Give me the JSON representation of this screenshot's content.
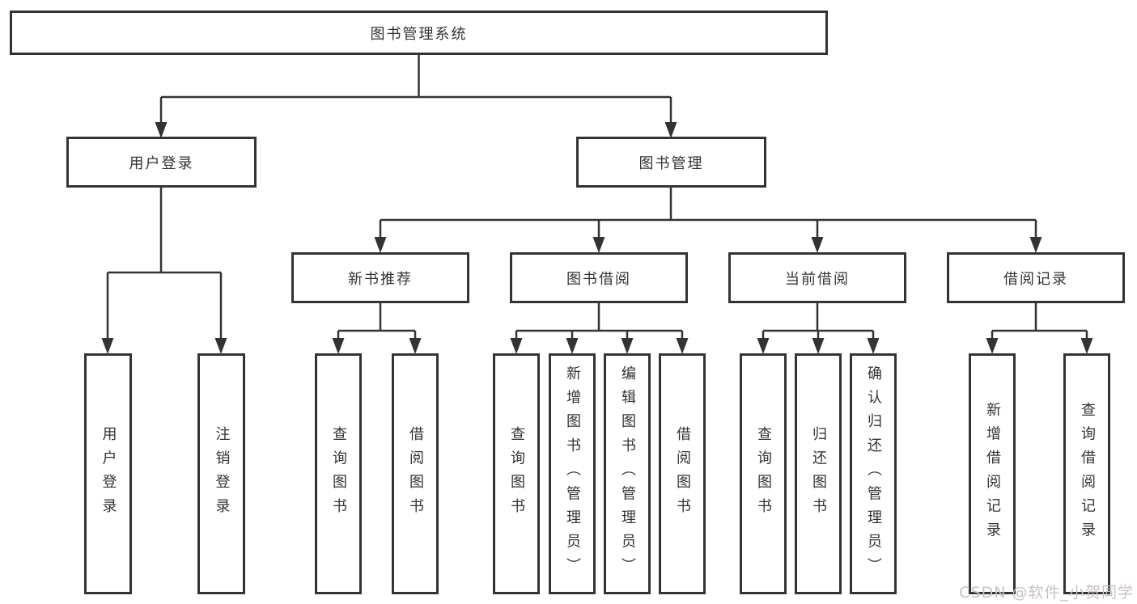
{
  "tree": {
    "label": "图书管理系统",
    "children": [
      {
        "label": "用户登录",
        "children": [
          {
            "label": "用户登录"
          },
          {
            "label": "注销登录"
          }
        ]
      },
      {
        "label": "图书管理",
        "children": [
          {
            "label": "新书推荐",
            "children": [
              {
                "label": "查询图书"
              },
              {
                "label": "借阅图书"
              }
            ]
          },
          {
            "label": "图书借阅",
            "children": [
              {
                "label": "查询图书"
              },
              {
                "label": "新增图书（管理员）"
              },
              {
                "label": "编辑图书（管理员）"
              },
              {
                "label": "借阅图书"
              }
            ]
          },
          {
            "label": "当前借阅",
            "children": [
              {
                "label": "查询图书"
              },
              {
                "label": "归还图书"
              },
              {
                "label": "确认归还（管理员）"
              }
            ]
          },
          {
            "label": "借阅记录",
            "children": [
              {
                "label": "新增借阅记录"
              },
              {
                "label": "查询借阅记录"
              }
            ]
          }
        ]
      }
    ]
  },
  "watermark": {
    "text": "CSDN @软件_小贺同学"
  },
  "colors": {
    "line": "#333333",
    "box_border": "#333333",
    "text": "#333333",
    "background": "#ffffff",
    "watermark": "#c9c1c1"
  }
}
